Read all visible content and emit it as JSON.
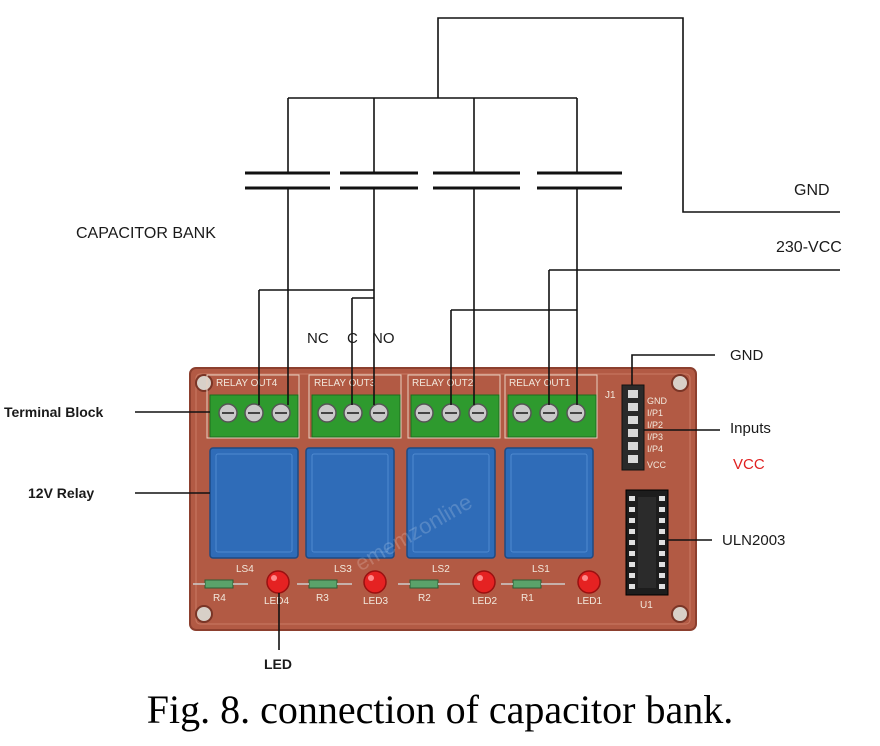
{
  "caption": "Fig. 8. connection of capacitor bank.",
  "labels": {
    "gnd_top": "GND",
    "vcc_230": "230-VCC",
    "capacitor_bank": "CAPACITOR BANK",
    "nc": "NC",
    "c": "C",
    "no": "NO",
    "gnd_connector": "GND",
    "inputs": "Inputs",
    "vcc": "VCC",
    "uln": "ULN2003",
    "terminal_block": "Terminal Block",
    "relay": "12V Relay",
    "led": "LED"
  },
  "board": {
    "relay_headers": [
      "RELAY OUT4",
      "RELAY OUT3",
      "RELAY OUT2",
      "RELAY OUT1"
    ],
    "relay_ids": [
      "LS4",
      "LS3",
      "LS2",
      "LS1"
    ],
    "resistor_ids": [
      "R4",
      "R3",
      "R2",
      "R1"
    ],
    "led_ids": [
      "LED4",
      "LED3",
      "LED2",
      "LED1"
    ],
    "j1": "J1",
    "u1": "U1",
    "pins": [
      "GND",
      "I/P1",
      "I/P2",
      "I/P3",
      "I/P4",
      "VCC"
    ],
    "watermark": "ememzonline"
  },
  "colors": {
    "board": "#b25a44",
    "terminal": "#2e9a2e",
    "relay": "#2f6cb8",
    "led": "#e52222",
    "wire": "#111111",
    "vcc_label": "#e02020"
  }
}
